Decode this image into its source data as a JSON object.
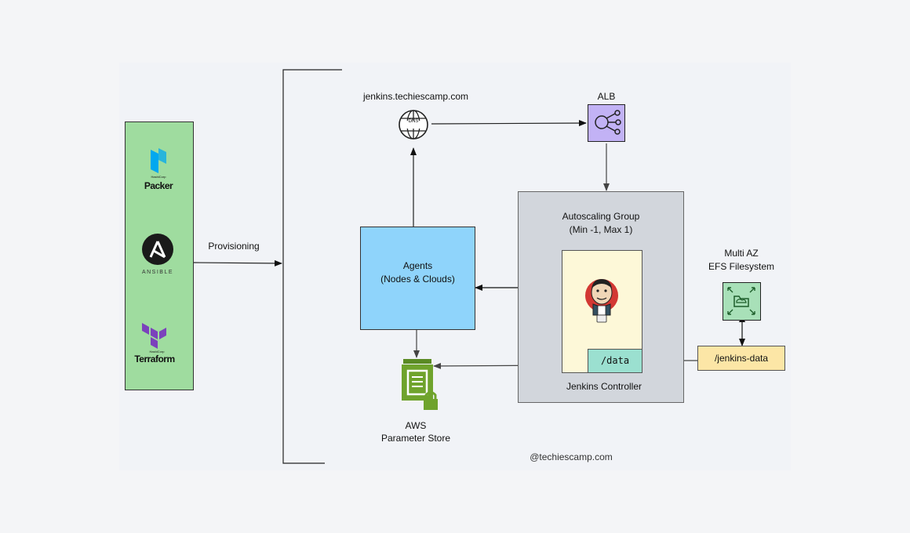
{
  "tools": {
    "packer": {
      "vendor": "HashiCorp",
      "name": "Packer"
    },
    "ansible": {
      "name": "ANSIBLE"
    },
    "terraform": {
      "vendor": "HashiCorp",
      "name": "Terraform"
    }
  },
  "provisioning_label": "Provisioning",
  "dns": {
    "label": "jenkins.techiescamp.com",
    "icon_text": "DNS"
  },
  "alb": {
    "label": "ALB"
  },
  "agents": {
    "line1": "Agents",
    "line2": "(Nodes & Clouds)"
  },
  "asg": {
    "line1": "Autoscaling Group",
    "line2": "(Min -1, Max 1)"
  },
  "controller": {
    "label": "Jenkins Controller",
    "data_dir": "/data"
  },
  "efs": {
    "line1": "Multi AZ",
    "line2": "EFS Filesystem"
  },
  "jenkins_data": {
    "label": "/jenkins-data"
  },
  "param_store": {
    "line1": "AWS",
    "line2": "Parameter Store"
  },
  "credit": "@techiescamp.com",
  "colors": {
    "tools_panel": "#9fdc9f",
    "agents_box": "#8fd4fb",
    "alb_box": "#c2b2f5",
    "asg_box": "#d2d6dc",
    "controller_box": "#fdf8d8",
    "data_box": "#9be0d0",
    "jenkins_data_box": "#fce6a6",
    "efs_icon": "#2e8b3c",
    "param_store_icon": "#6fa32c",
    "terraform": "#7b42bc",
    "packer": "#02a8ef"
  }
}
